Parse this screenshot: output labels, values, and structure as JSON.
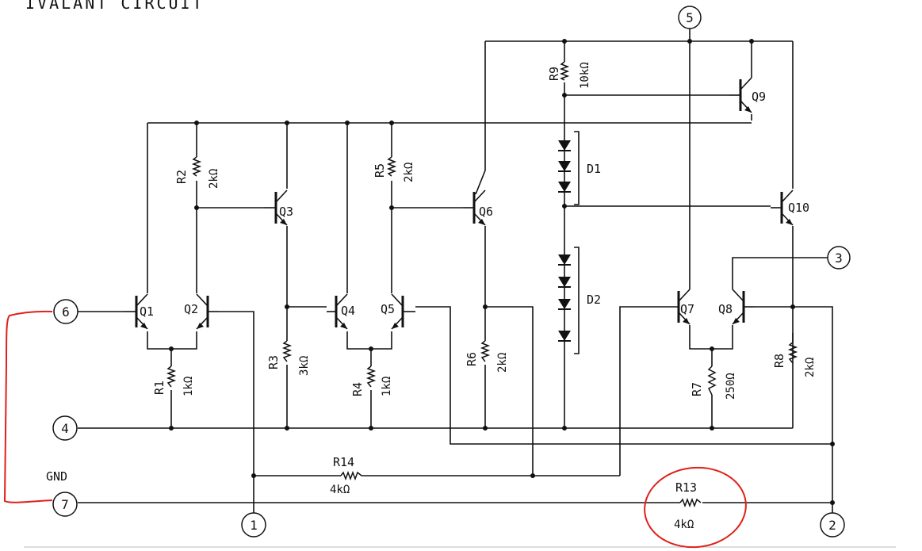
{
  "title": "IVALANT CIRCUIT",
  "terminals": {
    "t1": "1",
    "t2": "2",
    "t3": "3",
    "t4": "4",
    "t5": "5",
    "t6": "6",
    "t7": "7"
  },
  "gnd_label": "GND",
  "transistors": {
    "q1": "Q1",
    "q2": "Q2",
    "q3": "Q3",
    "q4": "Q4",
    "q5": "Q5",
    "q6": "Q6",
    "q7": "Q7",
    "q8": "Q8",
    "q9": "Q9",
    "q10": "Q10"
  },
  "resistors": {
    "r1": {
      "name": "R1",
      "value": "1kΩ"
    },
    "r2": {
      "name": "R2",
      "value": "2kΩ"
    },
    "r3": {
      "name": "R3",
      "value": "3kΩ"
    },
    "r4": {
      "name": "R4",
      "value": "1kΩ"
    },
    "r5": {
      "name": "R5",
      "value": "2kΩ"
    },
    "r6": {
      "name": "R6",
      "value": "2kΩ"
    },
    "r7": {
      "name": "R7",
      "value": "250Ω"
    },
    "r8": {
      "name": "R8",
      "value": "2kΩ"
    },
    "r9": {
      "name": "R9",
      "value": "10kΩ"
    },
    "r13": {
      "name": "R13",
      "value": "4kΩ"
    },
    "r14": {
      "name": "R14",
      "value": "4kΩ"
    }
  },
  "diodes": {
    "d1": "D1",
    "d2": "D2"
  },
  "annotation_color": "#e0201a"
}
